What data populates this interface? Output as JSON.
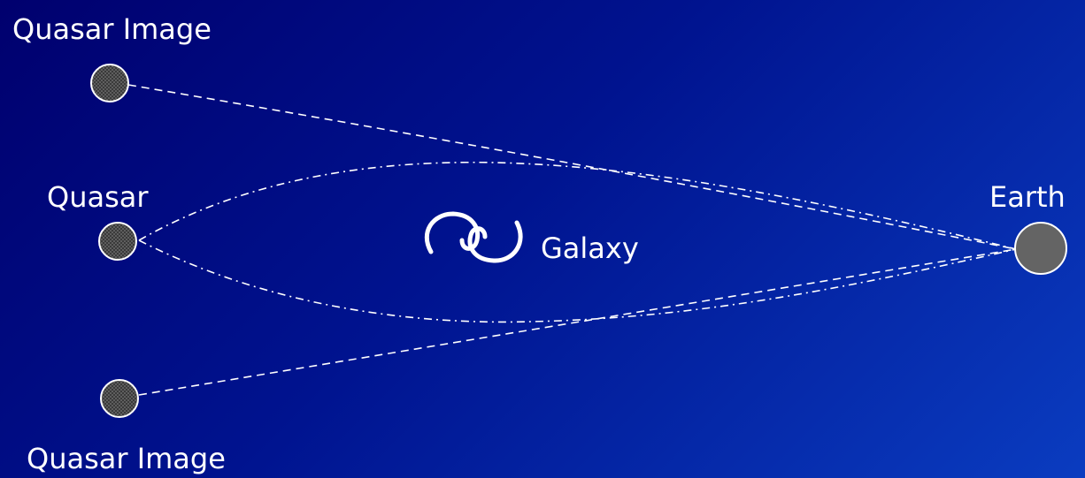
{
  "labels": {
    "quasar_image_top": "Quasar Image",
    "quasar": "Quasar",
    "galaxy": "Galaxy",
    "earth": "Earth",
    "quasar_image_bottom": "Quasar Image"
  },
  "colors": {
    "background_start": "#00006e",
    "background_end": "#0a3cc0",
    "text": "#ffffff",
    "quasar_fill": "#3c3c3c",
    "earth_fill": "#646464",
    "light_path": "#ffffff"
  },
  "icons": {
    "galaxy": "spiral-galaxy-icon",
    "quasar": "quasar-dot-icon",
    "earth": "earth-disk-icon"
  }
}
